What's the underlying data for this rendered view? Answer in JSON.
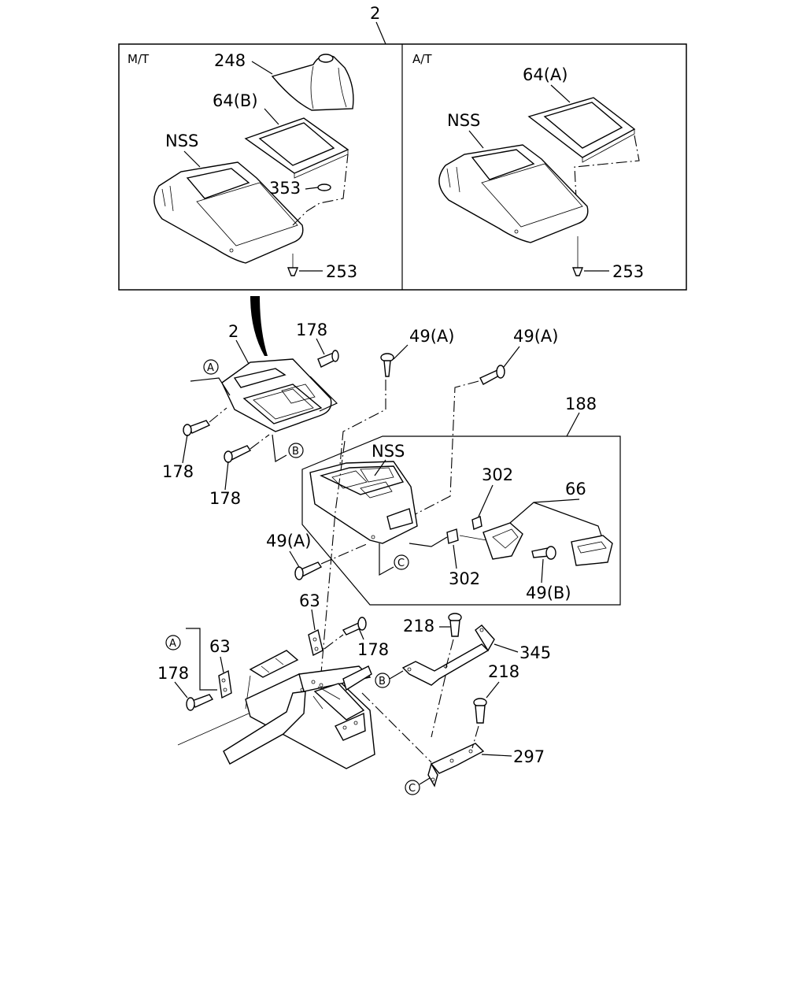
{
  "header_callout": "2",
  "panels": {
    "mt": {
      "title": "M/T",
      "callouts": {
        "boot": "248",
        "bezel": "64(B)",
        "nss": "NSS",
        "grommet": "353",
        "clip": "253"
      }
    },
    "at": {
      "title": "A/T",
      "callouts": {
        "bezel": "64(A)",
        "nss": "NSS",
        "clip": "253"
      }
    }
  },
  "main": {
    "assembly": "2",
    "screw_178": "178",
    "screw_49a": "49(A)",
    "screw_49b": "49(B)",
    "console": "188",
    "nss": "NSS",
    "clip_302": "302",
    "ashtray": "66",
    "bracket_63": "63",
    "bolt_218": "218",
    "bracket_345": "345",
    "bracket_297": "297",
    "ref_a": "A",
    "ref_b": "B",
    "ref_c": "C"
  }
}
